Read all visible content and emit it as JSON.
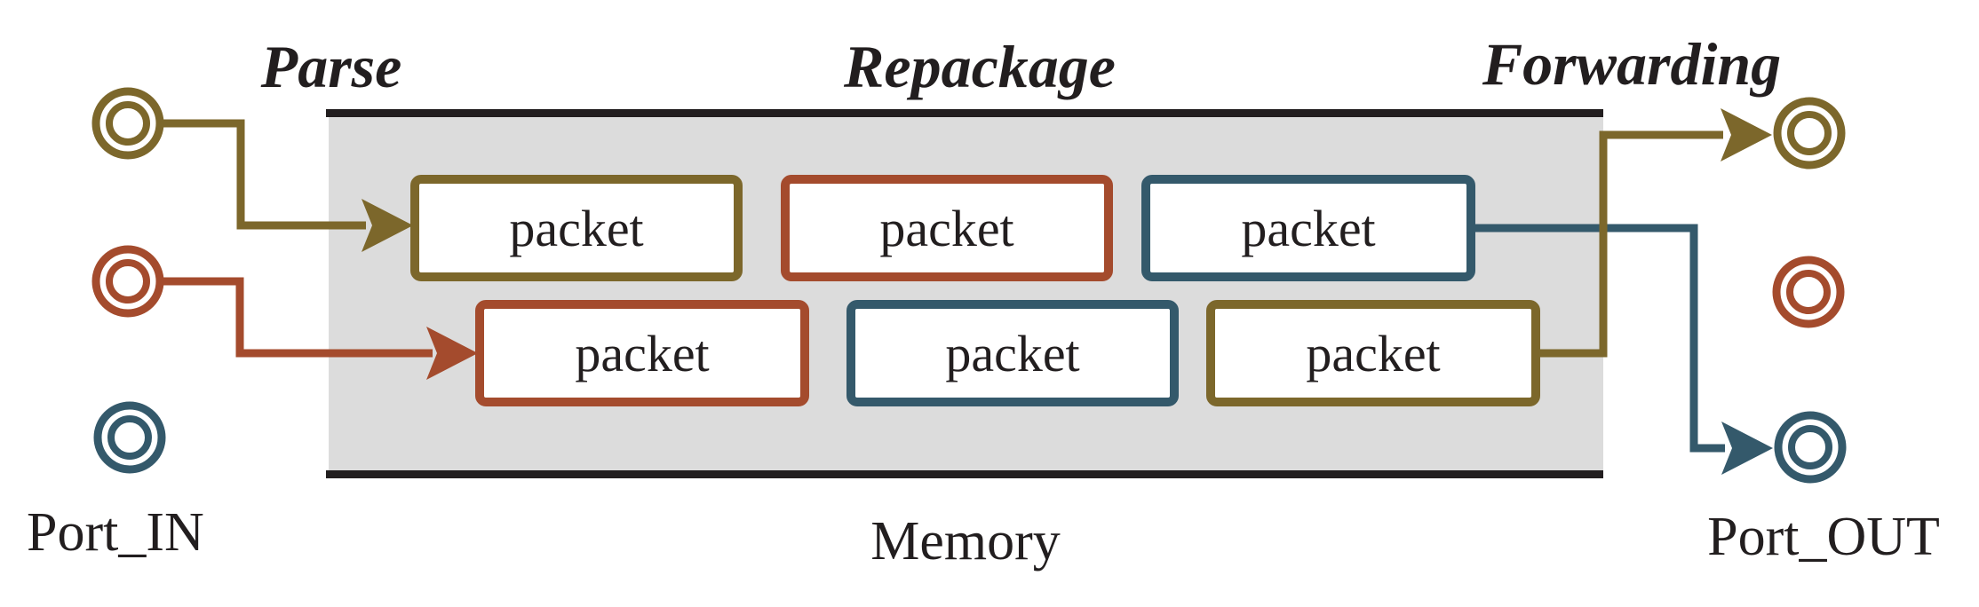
{
  "colors": {
    "olive": "#7c672b",
    "rust": "#a44b2d",
    "slate": "#34596b",
    "ink": "#221e1f",
    "memory_fill": "#dcdcdc",
    "box_fill": "#ffffff"
  },
  "stages": [
    {
      "label": "Parse"
    },
    {
      "label": "Repackage"
    },
    {
      "label": "Forwarding"
    }
  ],
  "memory": {
    "label": "Memory"
  },
  "ports": {
    "in_label": "Port_IN",
    "out_label": "Port_OUT",
    "in": [
      {
        "id": "port-in-1",
        "color": "olive"
      },
      {
        "id": "port-in-2",
        "color": "rust"
      },
      {
        "id": "port-in-3",
        "color": "slate"
      }
    ],
    "out": [
      {
        "id": "port-out-1",
        "color": "olive"
      },
      {
        "id": "port-out-2",
        "color": "rust"
      },
      {
        "id": "port-out-3",
        "color": "slate"
      }
    ]
  },
  "packets": [
    {
      "label": "packet",
      "color": "olive",
      "row": 1,
      "slot": 1
    },
    {
      "label": "packet",
      "color": "rust",
      "row": 1,
      "slot": 2
    },
    {
      "label": "packet",
      "color": "slate",
      "row": 1,
      "slot": 3
    },
    {
      "label": "packet",
      "color": "rust",
      "row": 2,
      "slot": 1
    },
    {
      "label": "packet",
      "color": "slate",
      "row": 2,
      "slot": 2
    },
    {
      "label": "packet",
      "color": "olive",
      "row": 2,
      "slot": 3
    }
  ],
  "flows": [
    {
      "from": "port-in-1",
      "to": "packet-row1-slot1",
      "color": "olive",
      "stage": "Parse"
    },
    {
      "from": "port-in-2",
      "to": "packet-row2-slot1",
      "color": "rust",
      "stage": "Parse"
    },
    {
      "from": "packet-row1-slot3",
      "to": "port-out-3",
      "color": "slate",
      "stage": "Forwarding"
    },
    {
      "from": "packet-row2-slot3",
      "to": "port-out-1",
      "color": "olive",
      "stage": "Forwarding"
    }
  ]
}
